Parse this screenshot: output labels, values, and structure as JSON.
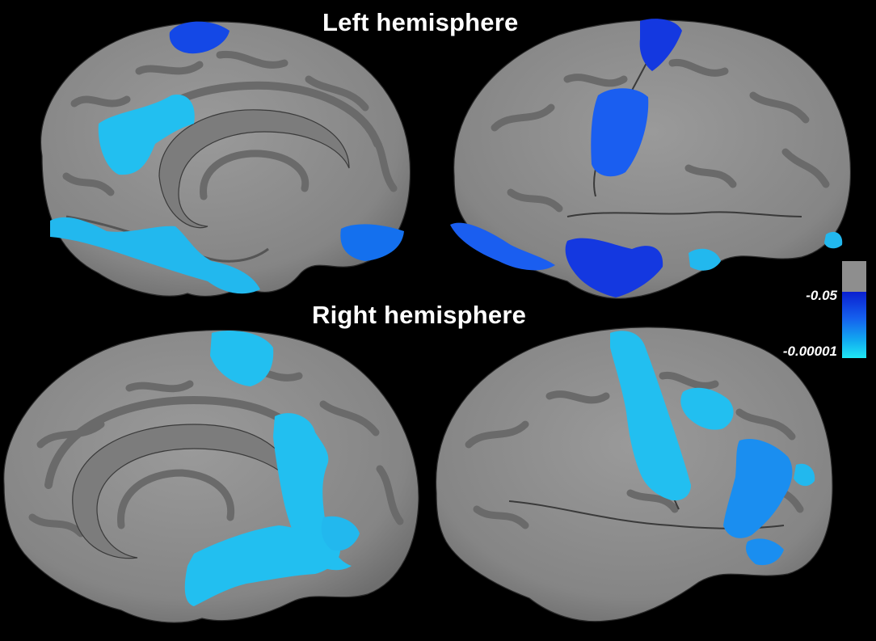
{
  "titles": {
    "left": "Left hemisphere",
    "right": "Right hemisphere"
  },
  "colorbar": {
    "label_top": "-0.05",
    "label_bottom": "-0.00001",
    "colors": {
      "nonsignificant": "#8e8e8e",
      "gradient_top": "#0a1fd0",
      "gradient_bottom": "#1fe8f4"
    }
  },
  "colors": {
    "background": "#000000",
    "cortex_gyri": "#8f8f8f",
    "cortex_sulci": "#6a6a6a",
    "outline": "#2a2a2a",
    "dark_blue": "#1438e0",
    "mid_blue": "#1a6af0",
    "light_blue": "#1fbcf0"
  }
}
